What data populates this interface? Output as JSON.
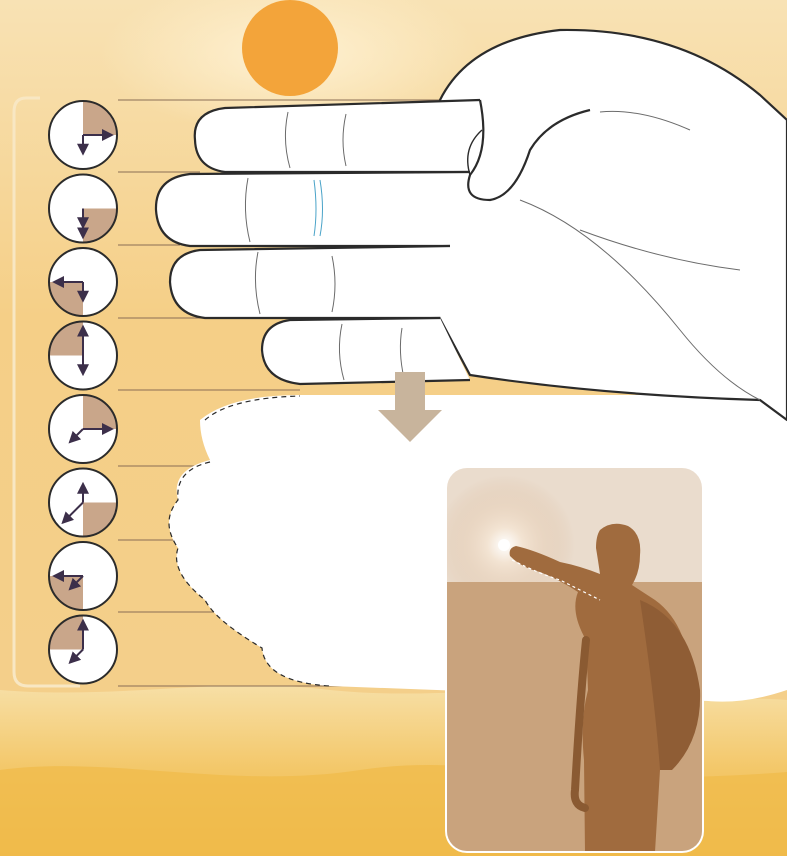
{
  "figure": {
    "description_visible_text": "",
    "colors": {
      "sky_top": "#f6d79a",
      "sky_mid": "#f3c26e",
      "sun": "#f3a43a",
      "ground_light": "#f4d88f",
      "ground_dark": "#f0b84a",
      "outline": "#2b2b2b",
      "clock_fill": "#ffffff",
      "clock_shade": "#c9a68a",
      "hand_arrow": "#3c2f4a",
      "arrow_down": "#c8b49c",
      "inset_bg": "#e7d6c4",
      "inset_sand": "#c8a27c",
      "silhouette": "#a06b3e",
      "connector_line": "#8a6e55"
    },
    "clocks": [
      {
        "id": "clock-1",
        "shade": "top-right",
        "hand_long": "right",
        "hand_short": "down"
      },
      {
        "id": "clock-2",
        "shade": "bottom-right",
        "hand_long": "down",
        "hand_short": "down"
      },
      {
        "id": "clock-3",
        "shade": "bottom-left",
        "hand_long": "left",
        "hand_short": "down"
      },
      {
        "id": "clock-4",
        "shade": "top-left",
        "hand_long": "up",
        "hand_short": "down"
      },
      {
        "id": "clock-5",
        "shade": "top-right",
        "hand_long": "right",
        "hand_short": "down-left"
      },
      {
        "id": "clock-6",
        "shade": "bottom-right",
        "hand_long": "down-left",
        "hand_short": "up"
      },
      {
        "id": "clock-7",
        "shade": "bottom-left",
        "hand_long": "left",
        "hand_short": "down-left"
      },
      {
        "id": "clock-8",
        "shade": "top-left",
        "hand_long": "up",
        "hand_short": "down-left"
      }
    ],
    "icons": [
      "sun-icon",
      "hand-illustration",
      "dashed-hand-outline",
      "down-arrow-icon",
      "person-silhouette-icon"
    ]
  }
}
